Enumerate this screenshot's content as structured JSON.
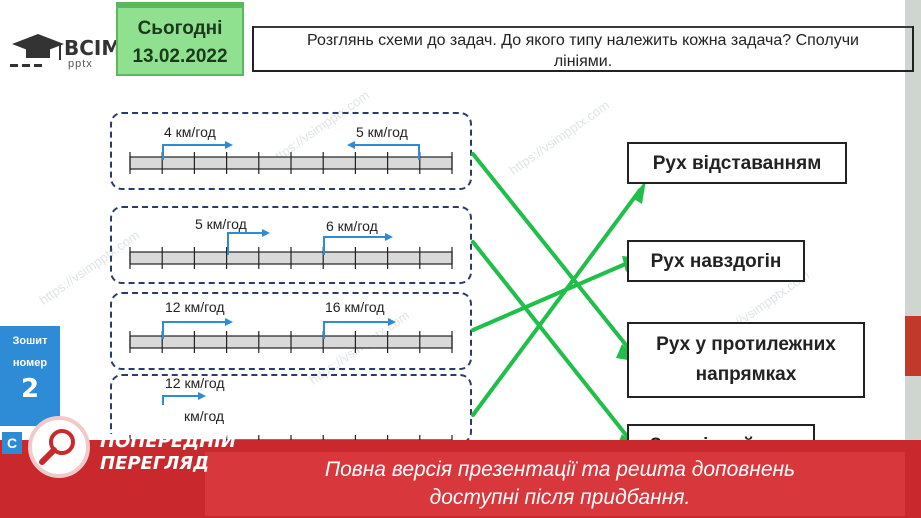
{
  "brand": {
    "name": "ВСІМ",
    "sub": "pptx"
  },
  "date_box": {
    "label": "Сьогодні",
    "date": "13.02.2022"
  },
  "task": {
    "text_line1": "Розглянь схеми до задач. До якого типу належить кожна задача? Сполучи",
    "text_line2": "лініями."
  },
  "notebook": {
    "label_line1": "Зошит",
    "label_line2": "номер",
    "number": "2"
  },
  "schemes": [
    {
      "speeds": [
        "4 км/год",
        "5 км/год"
      ]
    },
    {
      "speeds": [
        "5 км/год",
        "6 км/год"
      ]
    },
    {
      "speeds": [
        "12 км/год",
        "16 км/год"
      ]
    },
    {
      "speeds": [
        "12 км/год",
        "км/год"
      ]
    }
  ],
  "answers": [
    {
      "line1": "Рух відставанням",
      "line2": ""
    },
    {
      "line1": "Рух навздогін",
      "line2": ""
    },
    {
      "line1": "Рух у протилежних",
      "line2": "напрямках"
    },
    {
      "line1": "Зустрічний рух",
      "line2": ""
    }
  ],
  "preview": {
    "line1": "ПОПЕРЕДНІЙ",
    "line2": "ПЕРЕГЛЯД"
  },
  "banner": {
    "line1": "Повна версія презентації та решта доповнень",
    "line2": "доступні після придбання."
  },
  "left_letter": "С",
  "watermark": "https://vsimpptx.com",
  "colors": {
    "accent_green": "#2ecc71",
    "line_green": "#1fbf4a",
    "banner_red": "#c9282c",
    "date_green": "#8fe08f",
    "arrow_blue": "#2e8bd6",
    "notebook_blue": "#2e8bd6"
  }
}
